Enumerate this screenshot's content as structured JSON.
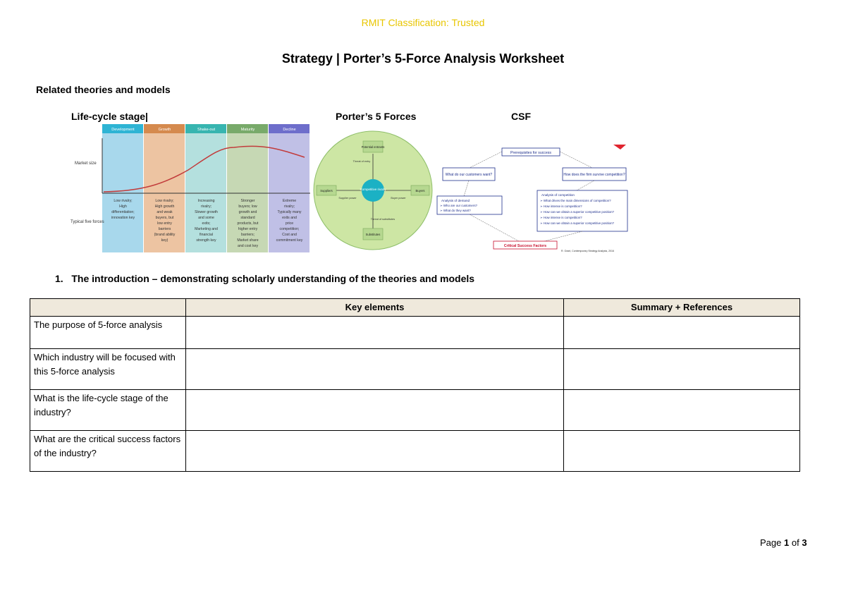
{
  "header": {
    "classification": "RMIT Classification: Trusted",
    "title": "Strategy | Porter’s 5-Force Analysis Worksheet",
    "related_heading": "Related theories and models"
  },
  "figures": {
    "lifecycle_label": "Life-cycle stage|",
    "porter_label": "Porter’s 5 Forces",
    "csf_label": "CSF",
    "lifecycle": {
      "stages": [
        "Development",
        "Growth",
        "Shake-out",
        "Maturity",
        "Decline"
      ],
      "stage_colors": [
        "#a8d8ec",
        "#edc4a2",
        "#b4e0de",
        "#c6d8b4",
        "#c0c0e6"
      ],
      "header_colors": [
        "#2eb4d4",
        "#d58a4e",
        "#37b5b0",
        "#78aa6a",
        "#6e6ecb"
      ],
      "y_label": "Market size",
      "forces_label": "Typical five forces",
      "descriptions": [
        "Low rivalry; High differentiation; innovation key",
        "Low rivalry; High growth and weak buyers, but low entry barriers (brand ability key)",
        "Increasing rivalry; Slower growth and some exits; Marketing and financial strength key",
        "Stronger buyers; low growth and standard products, but higher entry barriers; Market share and cost key",
        "Extreme rivalry; Typically many exits and price competition; Cost and commitment key"
      ]
    },
    "porter": {
      "center": "Competitive rivalry",
      "top": "Potential entrants",
      "bottom": "Substitutes",
      "left": "Suppliers",
      "right": "Buyers",
      "threat_new": "Threat of entry",
      "threat_sub": "Threat of substitutes",
      "supplier_power": "Supplier power",
      "buyer_power": "Buyer power"
    },
    "csf": {
      "prereq": "Prerequisites for success",
      "q1": "What do our customers want?",
      "q2": "How does the firm survive competition?",
      "analysis_demand": "Analysis of demand",
      "demand_items": [
        "Who are our customers?",
        "What do they want?"
      ],
      "analysis_comp": "Analysis of competition",
      "comp_items": [
        "What drives the main dimensions of competition?",
        "How intense is competition?",
        "How can we obtain a superior competitive position?",
        "How intense is competition?",
        "How can we obtain a superior competitive position?"
      ],
      "result": "Critical Success Factors",
      "source": "R. Grant, Contemporary Strategy Analysis, 2016"
    }
  },
  "section1": {
    "heading": "1.   The introduction – demonstrating scholarly understanding of the theories and models",
    "columns": [
      "",
      "Key elements",
      "Summary + References"
    ],
    "rows": [
      "The purpose of 5-force analysis",
      "Which industry will be focused with this 5-force analysis",
      "What is the life-cycle stage of the industry?",
      "What are the critical success factors of the industry?"
    ]
  },
  "footer": {
    "page_word": "Page",
    "page_current": "1",
    "page_of": "of",
    "page_total": "3"
  }
}
